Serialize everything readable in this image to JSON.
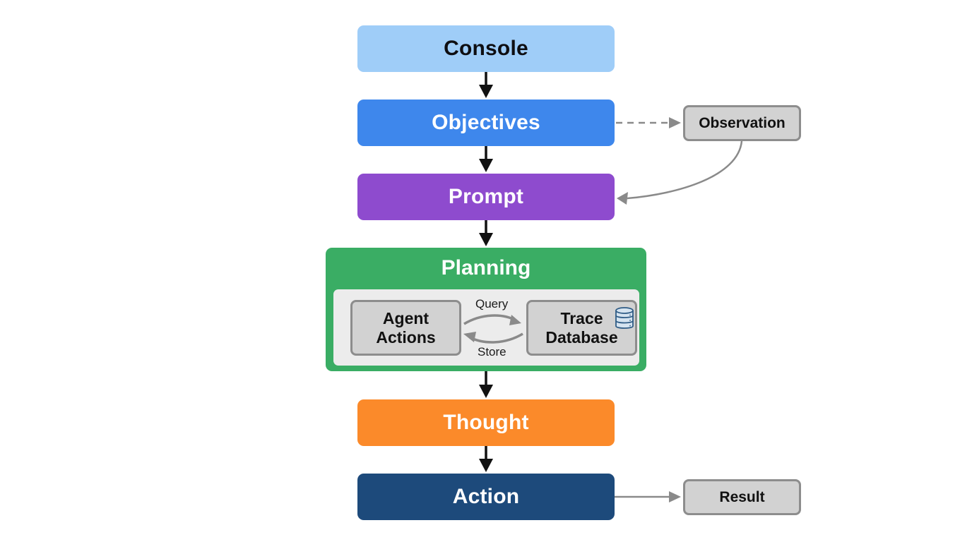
{
  "diagram": {
    "nodes": {
      "console": {
        "label": "Console",
        "color": "#9fcdf8"
      },
      "objectives": {
        "label": "Objectives",
        "color": "#3e87ec"
      },
      "prompt": {
        "label": "Prompt",
        "color": "#8e4bce"
      },
      "planning": {
        "label": "Planning",
        "color": "#3aad64",
        "children": {
          "agent_actions": {
            "label_line1": "Agent",
            "label_line2": "Actions"
          },
          "trace_database": {
            "label_line1": "Trace",
            "label_line2": "Database",
            "icon": "database-icon"
          }
        },
        "edge_labels": {
          "query": "Query",
          "store": "Store"
        }
      },
      "thought": {
        "label": "Thought",
        "color": "#fb8a2a"
      },
      "action": {
        "label": "Action",
        "color": "#1d4a7b"
      },
      "observation": {
        "label": "Observation"
      },
      "result": {
        "label": "Result"
      }
    },
    "edges": [
      {
        "from": "Console",
        "to": "Objectives",
        "style": "solid"
      },
      {
        "from": "Objectives",
        "to": "Prompt",
        "style": "solid"
      },
      {
        "from": "Objectives",
        "to": "Observation",
        "style": "dashed"
      },
      {
        "from": "Observation",
        "to": "Prompt",
        "style": "curved"
      },
      {
        "from": "Prompt",
        "to": "Planning",
        "style": "solid"
      },
      {
        "from": "Agent Actions",
        "to": "Trace Database",
        "label": "Query"
      },
      {
        "from": "Trace Database",
        "to": "Agent Actions",
        "label": "Store"
      },
      {
        "from": "Planning",
        "to": "Thought",
        "style": "solid"
      },
      {
        "from": "Thought",
        "to": "Action",
        "style": "solid"
      },
      {
        "from": "Action",
        "to": "Result",
        "style": "solid"
      }
    ]
  }
}
